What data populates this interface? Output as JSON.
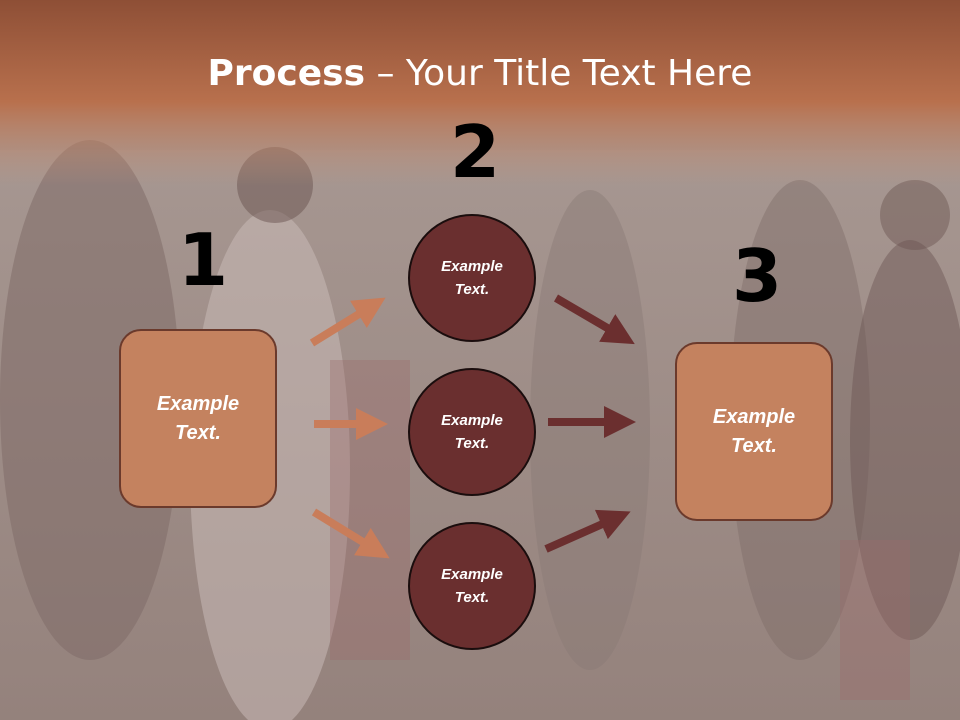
{
  "title": {
    "bold": "Process",
    "rest": " – Your Title Text Here"
  },
  "steps": {
    "one": "1",
    "two": "2",
    "three": "3"
  },
  "boxes": {
    "left": [
      "Example",
      "Text."
    ],
    "right": [
      "Example",
      "Text."
    ]
  },
  "circles": [
    {
      "line1": "Example",
      "line2": "Text."
    },
    {
      "line1": "Example",
      "line2": "Text."
    },
    {
      "line1": "Example",
      "line2": "Text."
    }
  ],
  "colors": {
    "header": "#b86e4a",
    "box_fill": "#c4825f",
    "circle_fill": "#6a2f2f",
    "arrow_light": "#c97d5a",
    "arrow_dark": "#6b2f2f"
  }
}
